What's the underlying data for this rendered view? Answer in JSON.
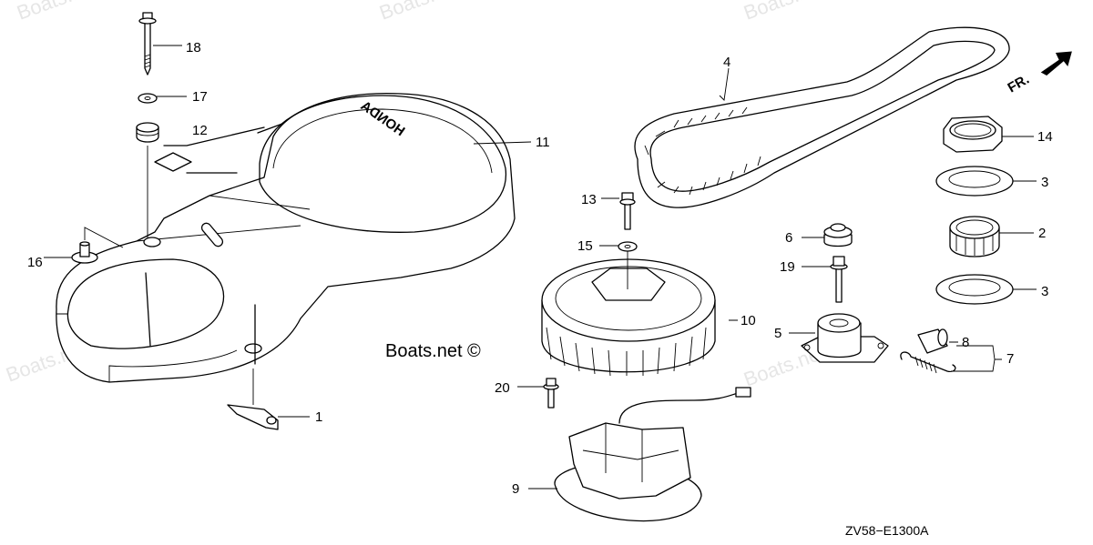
{
  "watermark": "Boats.net",
  "watermark_main": "Boats.net ©",
  "diagram_code": "ZV58−E1300A",
  "front_indicator": "FR.",
  "cover_logo": "HONDA",
  "callouts": {
    "c1": "1",
    "c2": "2",
    "c3a": "3",
    "c3b": "3",
    "c4": "4",
    "c5": "5",
    "c6": "6",
    "c7": "7",
    "c8": "8",
    "c9": "9",
    "c10": "10",
    "c11": "11",
    "c12": "12",
    "c13": "13",
    "c14": "14",
    "c15": "15",
    "c16": "16",
    "c17": "17",
    "c18": "18",
    "c19": "19",
    "c20": "20"
  }
}
